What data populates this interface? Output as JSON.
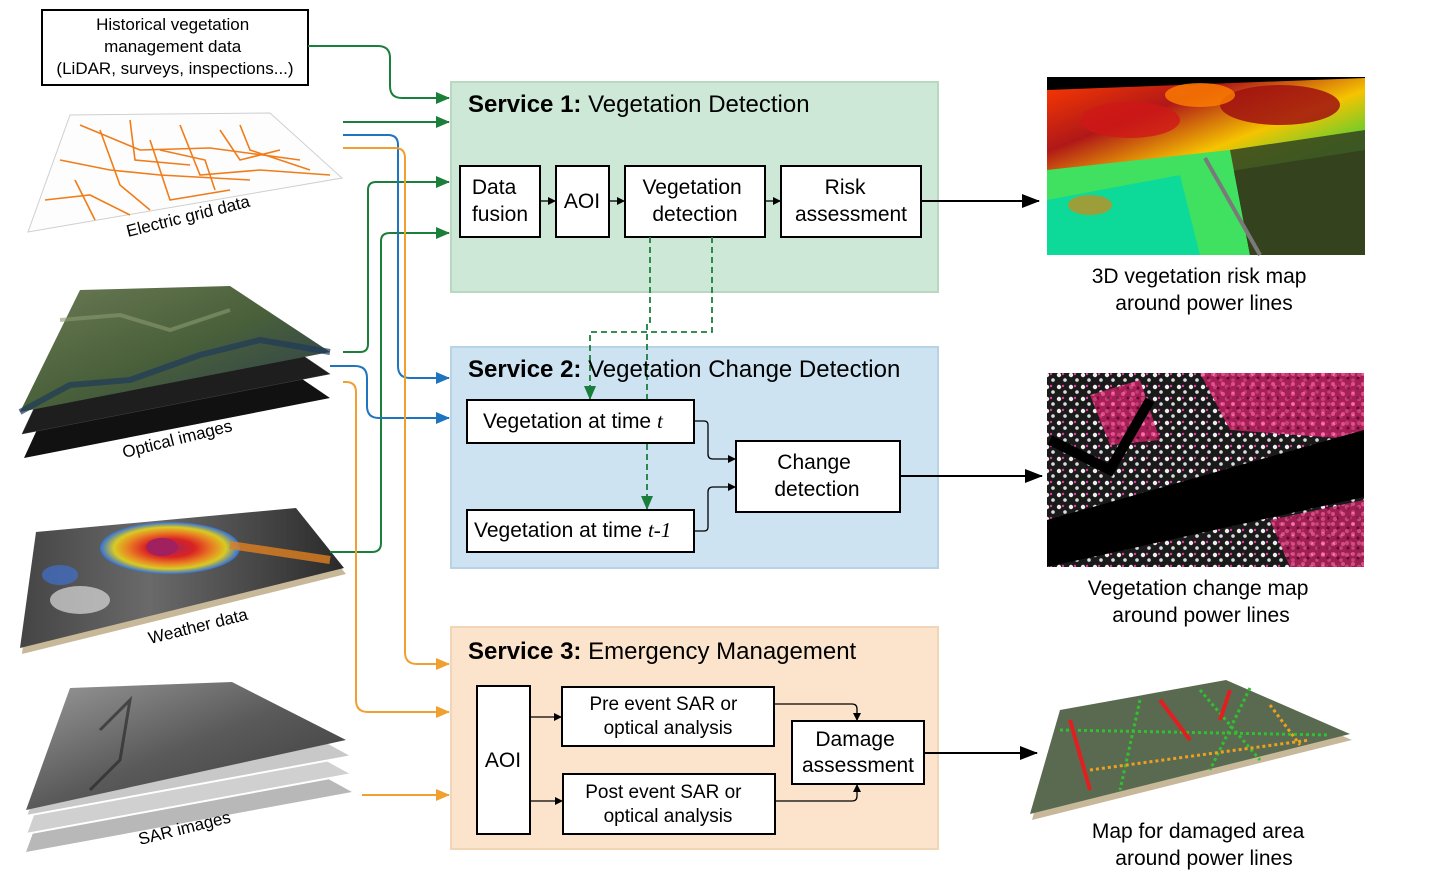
{
  "inputs": {
    "historical": [
      "Historical vegetation",
      "management data",
      "(LiDAR, surveys, inspections...)"
    ],
    "electric_grid": "Electric grid data",
    "optical": "Optical images",
    "weather": "Weather data",
    "sar": "SAR images"
  },
  "services": {
    "s1": {
      "title_bold": "Service 1:",
      "title_rest": " Vegetation Detection",
      "steps": [
        [
          "Data",
          "fusion"
        ],
        [
          "AOI"
        ],
        [
          "Vegetation",
          "detection"
        ],
        [
          "Risk",
          "assessment"
        ]
      ]
    },
    "s2": {
      "title_bold": "Service 2:",
      "title_rest": " Vegetation Change Detection",
      "veg_t_prefix": "Vegetation at time ",
      "veg_t_var": "t",
      "veg_t1_prefix": "Vegetation at time ",
      "veg_t1_var": "t-1",
      "change": [
        "Change",
        "detection"
      ]
    },
    "s3": {
      "title_bold": "Service 3:",
      "title_rest": " Emergency Management",
      "aoi": "AOI",
      "pre": [
        "Pre event SAR or",
        "optical analysis"
      ],
      "post": [
        "Post event SAR or",
        "optical analysis"
      ],
      "damage": [
        "Damage",
        "assessment"
      ]
    }
  },
  "outputs": {
    "risk_map": [
      "3D vegetation risk map",
      "around power lines"
    ],
    "change_map": [
      "Vegetation change map",
      "around power lines"
    ],
    "damage_map": [
      "Map for damaged area",
      "around power lines"
    ]
  },
  "colors": {
    "green_arrow": "#1b7f3c",
    "blue_arrow": "#1f74c0",
    "orange_arrow": "#f0a030",
    "s1_bg": "#cde8d6",
    "s2_bg": "#cde3f2",
    "s3_bg": "#fce4cc"
  }
}
